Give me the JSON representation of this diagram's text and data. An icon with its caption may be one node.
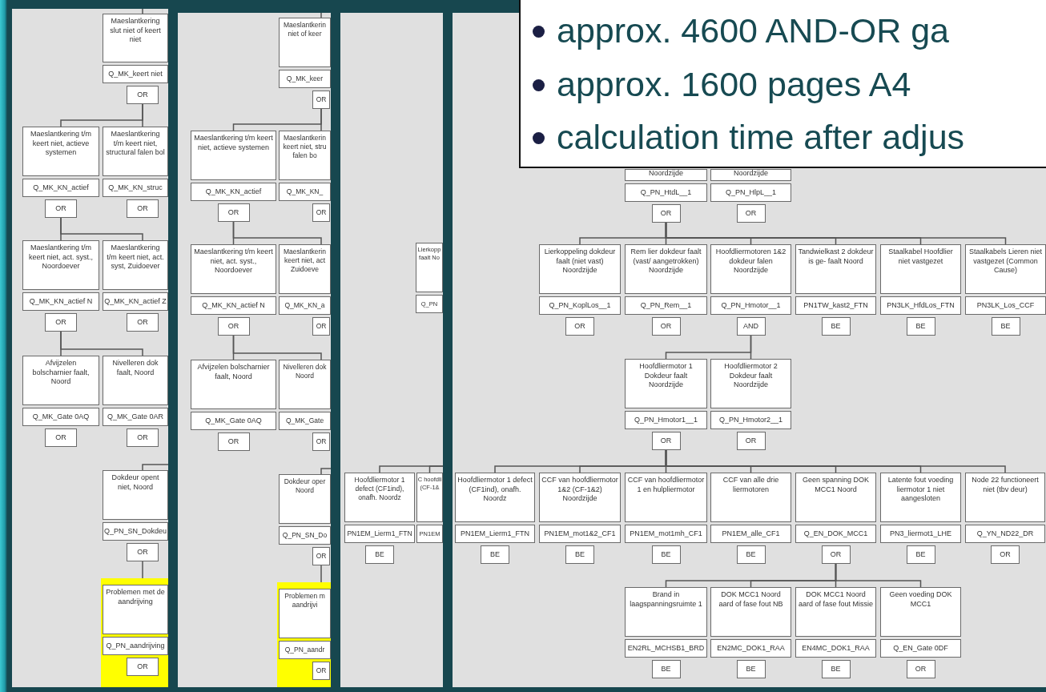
{
  "diagram": {
    "nodes": [
      {
        "text": [
          "approx. 4600 AND-OR ga",
          "approx. 1600 pages A4",
          "calculation time after adjus"
        ]
      },
      {
        "text": [],
        "shape": "box"
      },
      {
        "text": [
          "Maeslantkering slut niet of keert niet",
          "Q_MK_keert niet",
          "OR"
        ],
        "in": 1
      },
      {
        "text": [
          "Maeslantkering t/m keert niet, actieve systemen",
          "Q_MK_KN_actief",
          "OR"
        ],
        "in": 1
      },
      {
        "text": [
          "Maeslantkering t/m keert niet, structural falen bol",
          "Q_MK_KN_struc",
          "OR"
        ],
        "in": 1
      },
      {
        "text": [
          "Maeslantkering t/m keert niet, act. syst., Noordoever",
          "Q_MK_KN_actief N",
          "OR"
        ],
        "in": 1
      },
      {
        "text": [
          "Maeslantkering t/m keert niet, act. syst, Zuidoever",
          "Q_MK_KN_actief Z",
          "OR"
        ],
        "in": 1
      },
      {
        "text": [
          "Afvijzelen bolscharnier faalt, Noord",
          "Q_MK_Gate 0AQ",
          "OR"
        ],
        "in": 1
      },
      {
        "text": [
          "Nivelleren dok faalt, Noord",
          "Q_MK_Gate 0AR",
          "OR"
        ],
        "in": 1
      },
      {
        "text": [
          "Dokdeur opent niet, Noord",
          "Q_PN_SN_Dokdeu",
          "OR"
        ],
        "in": 1
      },
      {
        "text": [
          "Problemen met de aandrijving",
          "Q_PN_aandrijving",
          "OR"
        ],
        "in": 1
      },
      {
        "text": [],
        "shape": "box"
      },
      {
        "text": [
          "Maeslantkerin niet of keer",
          "Q_MK_keer",
          "OR"
        ],
        "in": 11
      },
      {
        "text": [
          "Maeslantkering t/m keert niet, actieve systemen",
          "Q_MK_KN_actief",
          "OR"
        ],
        "in": 11
      },
      {
        "text": [
          "Maeslantkerin keert niet, stru falen bo",
          "Q_MK_KN_",
          "OR"
        ],
        "in": 11
      },
      {
        "text": [
          "Maeslantkering t/m keert niet, act. syst., Noordoever",
          "Q_MK_KN_actief N",
          "OR"
        ],
        "in": 11
      },
      {
        "text": [
          "Maeslantkerin keert niet, act Zuidoeve",
          "Q_MK_KN_a",
          "OR"
        ],
        "in": 11
      },
      {
        "text": [
          "Afvijzelen bolscharnier faalt, Noord",
          "Q_MK_Gate 0AQ",
          "OR"
        ],
        "in": 11
      },
      {
        "text": [
          "Nivelleren dok Noord",
          "Q_MK_Gate",
          "OR"
        ],
        "in": 11
      },
      {
        "text": [
          "Dokdeur oper Noord",
          "Q_PN_SN_Do",
          "OR"
        ],
        "in": 11
      },
      {
        "text": [
          "Problemen m aandrijvi",
          "Q_PN_aandr",
          "OR"
        ],
        "in": 11
      },
      {
        "text": [],
        "shape": "box"
      },
      {
        "text": [
          "Lierkopp faalt No",
          "Q_PN"
        ],
        "in": 21
      },
      {
        "text": [
          "Hoofdliermotor 1 defect (CF1ind), onafh. Noordz",
          "PN1EM_Lierm1_FTN",
          "BE"
        ],
        "in": 21
      },
      {
        "text": [
          "C hoofdli (CF-1&",
          "PN1EM"
        ],
        "in": 21
      },
      {
        "text": [],
        "shape": "box"
      },
      {
        "text": [
          "Noordzijde",
          "Q_PN_HtdL__1",
          "OR"
        ],
        "in": 25
      },
      {
        "text": [
          "Noordzijde",
          "Q_PN_HlpL__1",
          "OR"
        ],
        "in": 25
      },
      {
        "text": [
          "Lierkoppeling dokdeur faalt (niet vast) Noordzijde",
          "Q_PN_KoplLos__1",
          "OR"
        ],
        "in": 25
      },
      {
        "text": [
          "Rem lier dokdeur faalt (vast/ aangetrokken) Noordzijde",
          "Q_PN_Rem__1",
          "OR"
        ],
        "in": 25
      },
      {
        "text": [
          "Hoofdliermotoren 1&2 dokdeur falen Noordzijde",
          "Q_PN_Hmotor__1",
          "AND"
        ],
        "in": 25
      },
      {
        "text": [
          "Tandwielkast 2 dokdeur is ge- faalt Noord",
          "PN1TW_kast2_FTN",
          "BE"
        ],
        "in": 25
      },
      {
        "text": [
          "Staalkabel Hoofdlier niet vastgezet",
          "PN3LK_HfdLos_FTN",
          "BE"
        ],
        "in": 25
      },
      {
        "text": [
          "Staalkabels Lieren niet vastgezet (Common Cause)",
          "PN3LK_Los_CCF",
          "BE"
        ],
        "in": 25
      },
      {
        "text": [
          "Hoofdliermotor 1 Dokdeur faalt Noordzijde",
          "Q_PN_Hmotor1__1",
          "OR"
        ],
        "in": 25
      },
      {
        "text": [
          "Hoofdliermotor 2 Dokdeur faalt Noordzijde",
          "Q_PN_Hmotor2__1",
          "OR"
        ],
        "in": 25
      },
      {
        "text": [
          "Hoofdliermotor 1 defect (CF1ind), onafh. Noordz",
          "PN1EM_Lierm1_FTN",
          "BE"
        ],
        "in": 25
      },
      {
        "text": [
          "CCF van hoofdliermotor 1&2 (CF-1&2) Noordzijde",
          "PN1EM_mot1&2_CF1",
          "BE"
        ],
        "in": 25
      },
      {
        "text": [
          "CCF van hoofdliermotor 1 en hulpliermotor",
          "PN1EM_mot1mh_CF1",
          "BE"
        ],
        "in": 25
      },
      {
        "text": [
          "CCF van alle drie liermotoren",
          "PN1EM_alle_CF1",
          "BE"
        ],
        "in": 25
      },
      {
        "text": [
          "Geen spanning DOK MCC1 Noord",
          "Q_EN_DOK_MCC1",
          "OR"
        ],
        "in": 25
      },
      {
        "text": [
          "Latente fout voeding liermotor 1 niet aangesloten",
          "PN3_liermot1_LHE",
          "BE"
        ],
        "in": 25
      },
      {
        "text": [
          "Node 22 functioneert niet (tbv deur)",
          "Q_YN_ND22_DR",
          "OR"
        ],
        "in": 25
      },
      {
        "text": [
          "Brand in laagspanningsruimte 1",
          "EN2RL_MCHSB1_BRD",
          "BE"
        ],
        "in": 25
      },
      {
        "text": [
          "DOK MCC1 Noord aard of fase fout NB",
          "EN2MC_DOK1_RAA",
          "BE"
        ],
        "in": 25
      },
      {
        "text": [
          "DOK MCC1 Noord aard of fase fout Missie",
          "EN4MC_DOK1_RAA",
          "BE"
        ],
        "in": 25
      },
      {
        "text": [
          "Geen voeding DOK MCC1",
          "Q_EN_Gate 0DF",
          "OR"
        ],
        "in": 25
      }
    ],
    "edges": [
      {
        "from": null,
        "to": 2,
        "arrow": "none"
      },
      {
        "from": 2,
        "to": 3,
        "arrow": "none"
      },
      {
        "from": 2,
        "to": 4,
        "arrow": "none"
      },
      {
        "from": 3,
        "to": 5,
        "arrow": "none"
      },
      {
        "from": 3,
        "to": 6,
        "arrow": "none"
      },
      {
        "from": 5,
        "to": 7,
        "arrow": "none"
      },
      {
        "from": 5,
        "to": 8,
        "arrow": "none"
      },
      {
        "from": null,
        "to": 9,
        "arrow": "none"
      },
      {
        "from": 9,
        "to": 10,
        "arrow": "none"
      },
      {
        "from": null,
        "to": 12,
        "arrow": "none"
      },
      {
        "from": 12,
        "to": 13,
        "arrow": "none"
      },
      {
        "from": 12,
        "to": 14,
        "arrow": "none"
      },
      {
        "from": 13,
        "to": 15,
        "arrow": "none"
      },
      {
        "from": 13,
        "to": 16,
        "arrow": "none"
      },
      {
        "from": 15,
        "to": 17,
        "arrow": "none"
      },
      {
        "from": 15,
        "to": 18,
        "arrow": "none"
      },
      {
        "from": null,
        "to": 19,
        "arrow": "none"
      },
      {
        "from": 19,
        "to": 20,
        "arrow": "none"
      },
      {
        "from": null,
        "to": 23,
        "arrow": "none"
      },
      {
        "from": null,
        "to": 24,
        "arrow": "none"
      },
      {
        "from": 26,
        "to": 28,
        "arrow": "none"
      },
      {
        "from": 26,
        "to": 29,
        "arrow": "none"
      },
      {
        "from": 26,
        "to": 30,
        "arrow": "none"
      },
      {
        "from": 26,
        "to": 31,
        "arrow": "none"
      },
      {
        "from": 26,
        "to": 32,
        "arrow": "none"
      },
      {
        "from": 26,
        "to": 33,
        "arrow": "none"
      },
      {
        "from": 30,
        "to": 34,
        "arrow": "none"
      },
      {
        "from": 30,
        "to": 35,
        "arrow": "none"
      },
      {
        "from": 34,
        "to": 36,
        "arrow": "none"
      },
      {
        "from": 34,
        "to": 37,
        "arrow": "none"
      },
      {
        "from": 34,
        "to": 38,
        "arrow": "none"
      },
      {
        "from": 34,
        "to": 39,
        "arrow": "none"
      },
      {
        "from": 34,
        "to": 40,
        "arrow": "none"
      },
      {
        "from": 34,
        "to": 41,
        "arrow": "none"
      },
      {
        "from": 34,
        "to": 42,
        "arrow": "none"
      },
      {
        "from": 40,
        "to": 43,
        "arrow": "none"
      },
      {
        "from": 40,
        "to": 44,
        "arrow": "none"
      },
      {
        "from": 40,
        "to": 45,
        "arrow": "none"
      },
      {
        "from": 40,
        "to": 46,
        "arrow": "none"
      }
    ]
  }
}
